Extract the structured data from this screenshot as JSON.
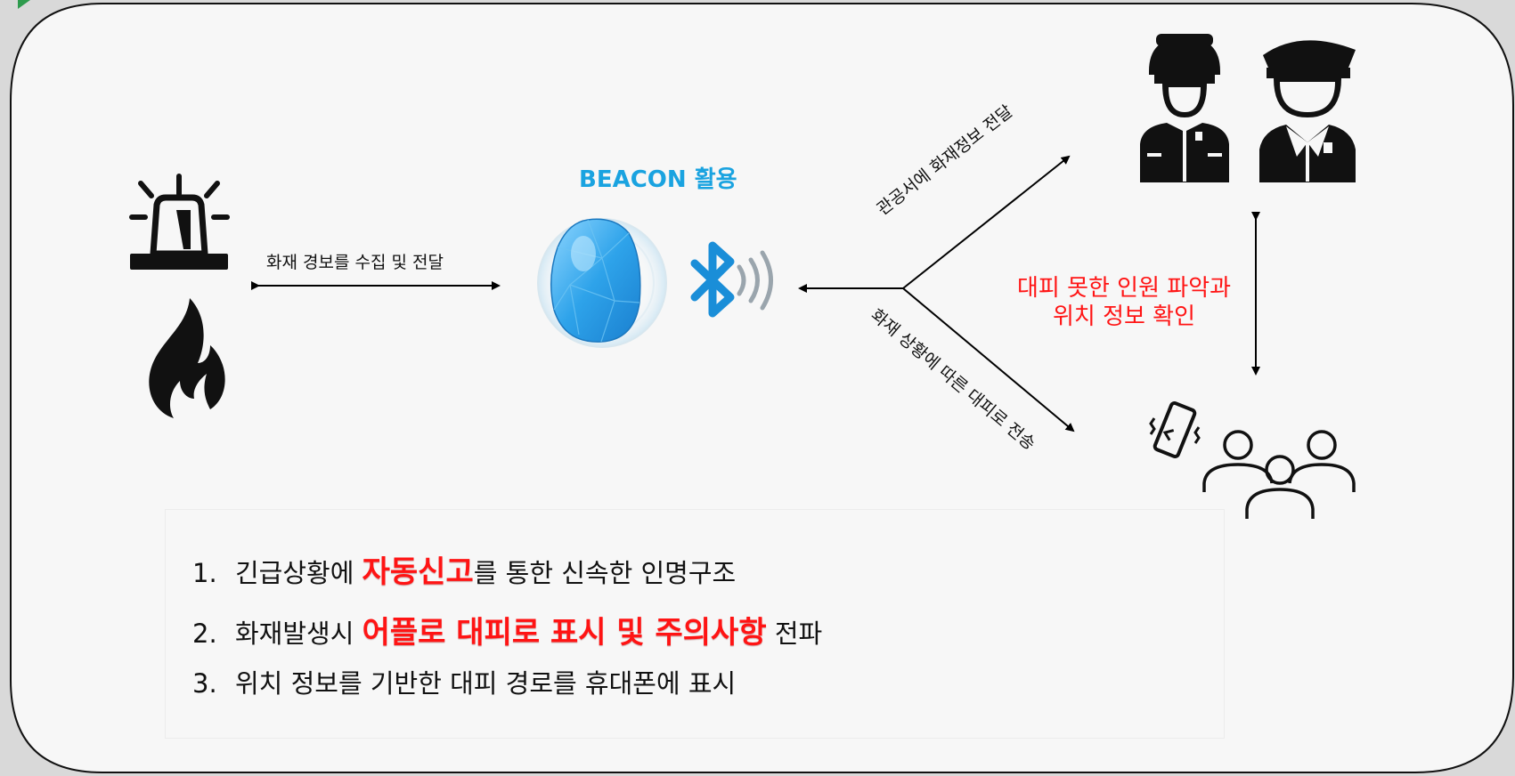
{
  "colors": {
    "background": "#d9d9d9",
    "panel": "#f7f7f7",
    "beacon_blue": "#1aa3e0",
    "highlight_red": "#ff1414",
    "icon": "#111111"
  },
  "icons": {
    "alarm": "siren-icon",
    "fire": "fire-icon",
    "beacon": "beacon-device-icon",
    "bluetooth": "bluetooth-icon",
    "firefighter": "firefighter-icon",
    "police": "police-officer-icon",
    "phone": "vibrating-phone-icon",
    "people": "people-group-icon"
  },
  "diagram": {
    "beacon_title": "BEACON 활용",
    "collect_label": "화재 경보를 수집 및 전달",
    "agency_label": "관공서에 화재정보 전달",
    "evac_label": "화재 상황에 따른 대피로 전송",
    "locate_label_line1": "대피 못한 인원 파악과",
    "locate_label_line2": "위치 정보 확인"
  },
  "points": [
    {
      "num": "1.",
      "before": "긴급상황에 ",
      "highlight": "자동신고",
      "after": "를 통한 신속한 인명구조"
    },
    {
      "num": "2.",
      "before": "화재발생시 ",
      "highlight": "어플로 대피로 표시 및 주의사항",
      "after": " 전파"
    },
    {
      "num": "3.",
      "before": "위치 정보를 기반한 대피 경로를 휴대폰에 표시",
      "highlight": "",
      "after": ""
    }
  ]
}
